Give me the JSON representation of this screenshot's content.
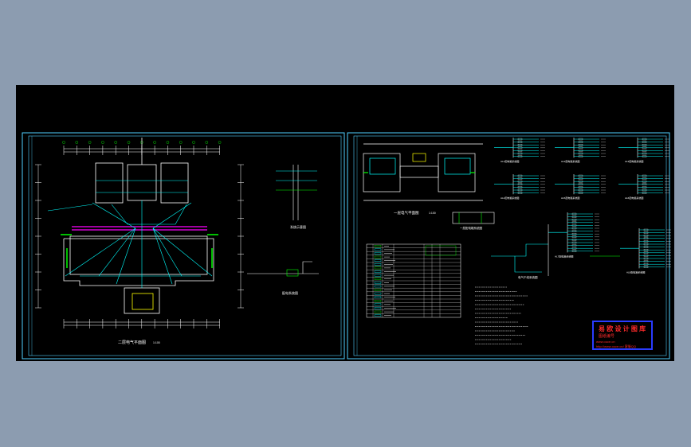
{
  "colors": {
    "canvas_bg": "#000000",
    "desktop_bg": "#8c9cb0",
    "frame": "#4fd0ff",
    "wire_cyan": "#00ffff",
    "wire_white": "#ffffff",
    "accent_magenta": "#ff00ff",
    "accent_green": "#00ff00",
    "accent_yellow": "#ffff00",
    "stamp_border": "#2a3cff",
    "stamp_text": "#ff2a2a"
  },
  "left_sheet": {
    "plan_title": "二层电气平面图",
    "plan_scale": "1:100",
    "system_label_1": "系统示意图",
    "system_label_2": "配电系统图"
  },
  "right_sheet": {
    "plan_title": "一层电气平面图",
    "plan_scale": "1:100",
    "detail_title": "一层配电箱系统图",
    "panel_labels": [
      "AL1配电箱系统图",
      "AL2配电箱系统图",
      "AL3配电箱系统图",
      "AL4配电箱系统图",
      "AL5配电箱系统图",
      "AL6配电箱系统图",
      "AL7配电箱系统图",
      "AL8配电箱系统图"
    ],
    "riser_label": "电气干线系统图"
  },
  "stamp": {
    "line1": "易 欧 设 计 图 库",
    "line2": "图纸编号",
    "line3": "www.ouce.cn",
    "line4": "http://www.ouce.cn/ 客服QQ"
  }
}
